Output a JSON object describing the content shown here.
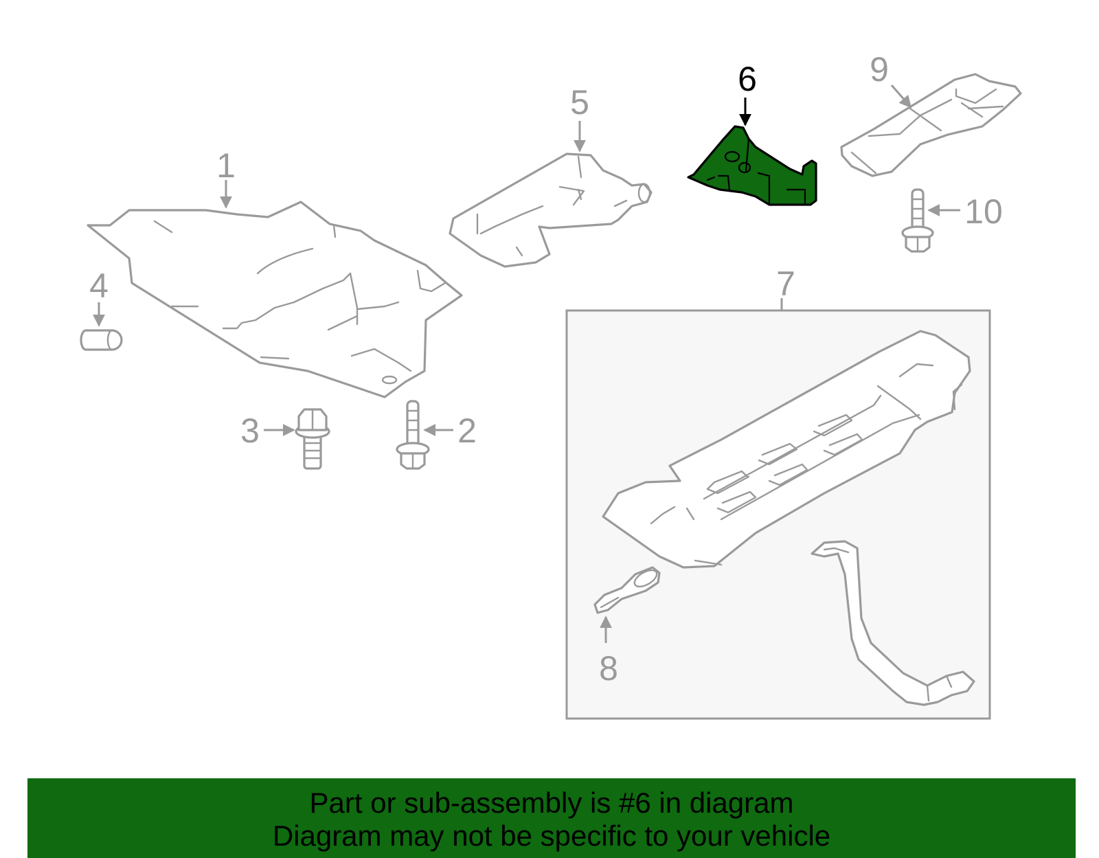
{
  "callouts": {
    "c1": "1",
    "c2": "2",
    "c3": "3",
    "c4": "4",
    "c5": "5",
    "c6": "6",
    "c7": "7",
    "c8": "8",
    "c9": "9",
    "c10": "10"
  },
  "highlight": {
    "part_number": "6",
    "color": "#0f6a10"
  },
  "colors": {
    "outline": "#9a9a9a",
    "highlight_fill": "#0f6a10",
    "box_fill": "#f7f7f7"
  },
  "footer": {
    "line1": "Part or sub-assembly is #6 in diagram",
    "line2": "Diagram may not be specific to your vehicle"
  }
}
